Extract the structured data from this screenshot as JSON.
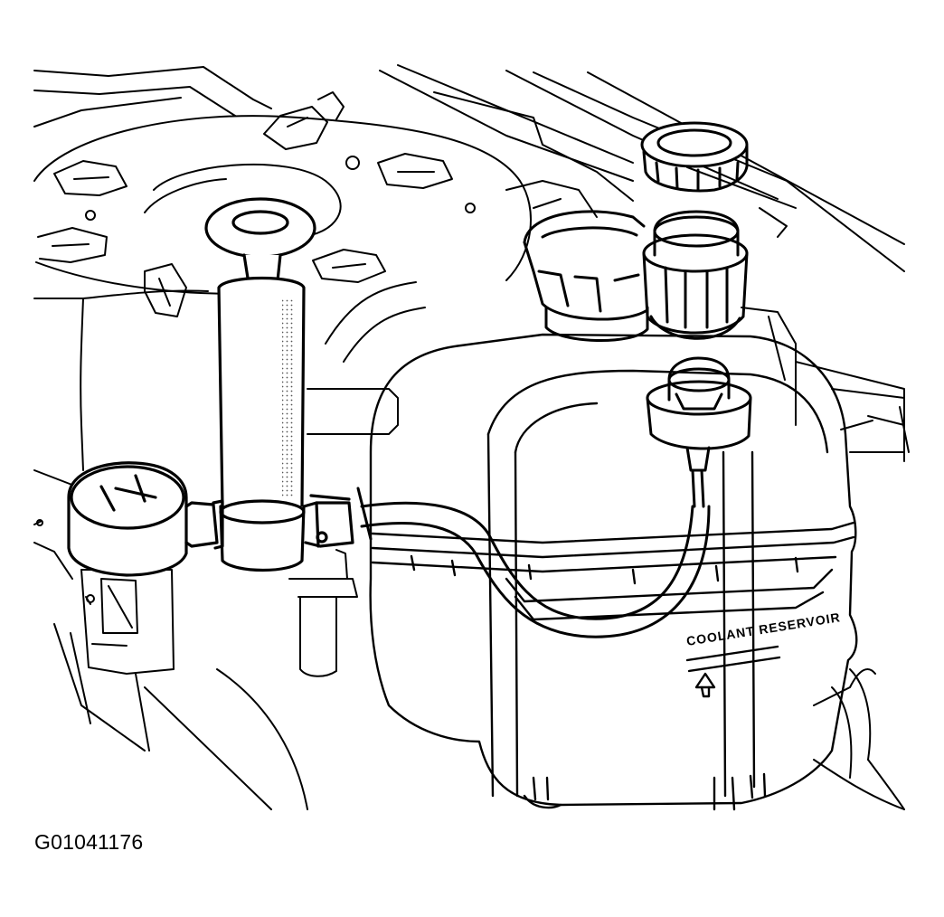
{
  "figure": {
    "id": "G01041176",
    "tank_embossed_text": "COOLANT RESERVOIR"
  },
  "colors": {
    "ink": "#000000",
    "paper": "#ffffff",
    "gauge_stipple": "#555555"
  },
  "parts": [
    "pressure-tester-pump",
    "pressure-gauge",
    "tester-hose",
    "tester-adapter",
    "adapter-extension",
    "reservoir-cap",
    "coolant-reservoir-tank",
    "engine-cover"
  ]
}
